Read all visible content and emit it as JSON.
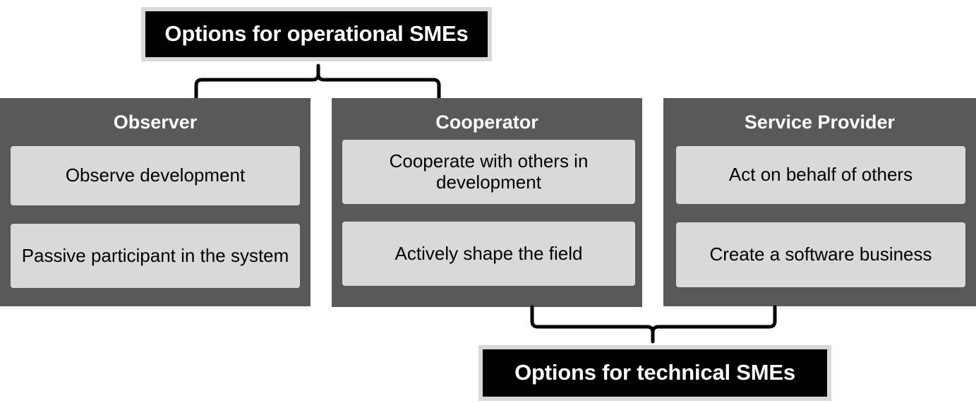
{
  "diagram": {
    "top_banner": {
      "label": "Options for operational SMEs",
      "bg_color": "#000000",
      "text_color": "#ffffff",
      "frame_color": "#d9d9d9"
    },
    "bottom_banner": {
      "label": "Options for technical SMEs",
      "bg_color": "#000000",
      "text_color": "#ffffff",
      "frame_color": "#d9d9d9"
    },
    "panel_color": "#595959",
    "item_color": "#d9d9d9",
    "connector_color": "#000000",
    "columns": [
      {
        "id": "observer",
        "title": "Observer",
        "items": [
          "Observe development",
          "Passive participant in the system"
        ]
      },
      {
        "id": "cooperator",
        "title": "Cooperator",
        "items": [
          "Cooperate with others in development",
          "Actively shape the field"
        ]
      },
      {
        "id": "service-provider",
        "title": "Service Provider",
        "items": [
          "Act on behalf of others",
          "Create a software business"
        ]
      }
    ],
    "connectors": [
      {
        "id": "brace-top",
        "shape": "curly-brace-up",
        "groups": [
          "observer",
          "cooperator"
        ],
        "points_to": "top_banner"
      },
      {
        "id": "brace-bottom",
        "shape": "curly-brace-down",
        "groups": [
          "cooperator",
          "service-provider"
        ],
        "points_to": "bottom_banner"
      }
    ]
  }
}
